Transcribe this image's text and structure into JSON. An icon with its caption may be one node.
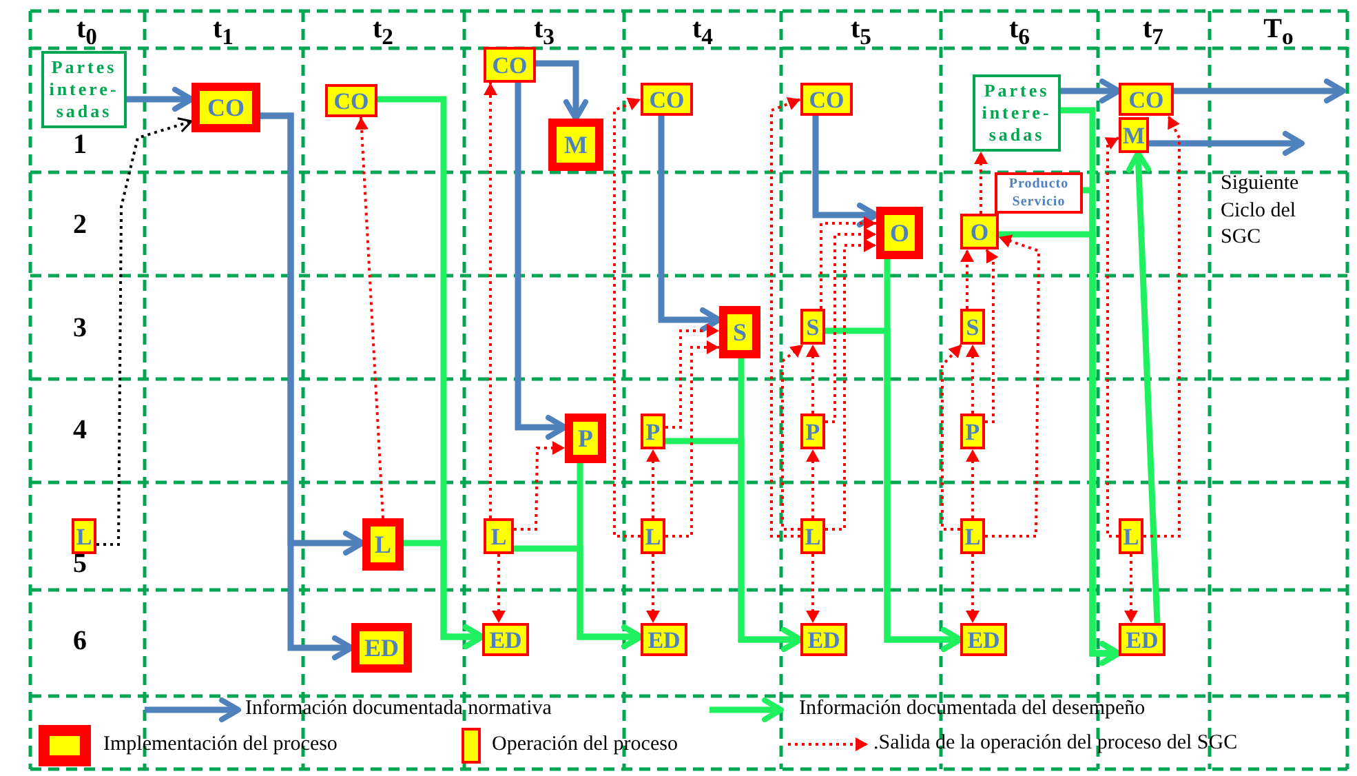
{
  "diagram": {
    "nodes": [
      {
        "text": [
          "Partes intere- sadas"
        ]
      },
      {
        "text": [
          "CO"
        ]
      },
      {
        "text": [
          "CO"
        ]
      },
      {
        "text": [
          "CO"
        ]
      },
      {
        "text": [
          "M"
        ]
      },
      {
        "text": [
          "CO"
        ]
      },
      {
        "text": [
          "CO"
        ]
      },
      {
        "text": [
          "Partes intere- sadas"
        ]
      },
      {
        "text": [
          "CO"
        ]
      },
      {
        "text": [
          "M"
        ]
      },
      {
        "text": [
          "Producto Servicio"
        ]
      },
      {
        "text": [
          "O"
        ]
      },
      {
        "text": [
          "O"
        ]
      },
      {
        "text": [
          "S"
        ]
      },
      {
        "text": [
          "S"
        ]
      },
      {
        "text": [
          "S"
        ]
      },
      {
        "text": [
          "P"
        ]
      },
      {
        "text": [
          "P"
        ]
      },
      {
        "text": [
          "P"
        ]
      },
      {
        "text": [
          "P"
        ]
      },
      {
        "text": [
          "L"
        ]
      },
      {
        "text": [
          "L"
        ]
      },
      {
        "text": [
          "L"
        ]
      },
      {
        "text": [
          "L"
        ]
      },
      {
        "text": [
          "L"
        ]
      },
      {
        "text": [
          "L"
        ]
      },
      {
        "text": [
          "L"
        ]
      },
      {
        "text": [
          "ED"
        ]
      },
      {
        "text": [
          "ED"
        ]
      },
      {
        "text": [
          "ED"
        ]
      },
      {
        "text": [
          "ED"
        ]
      },
      {
        "text": [
          "ED"
        ]
      },
      {
        "text": [
          "ED"
        ]
      }
    ],
    "edges": [
      {
        "from": 0,
        "to": 1,
        "arrow": "to",
        "style": "thick",
        "color": "#4f81bd"
      },
      {
        "from": 1,
        "to": 21,
        "arrow": "to",
        "style": "thick",
        "color": "#4f81bd"
      },
      {
        "from": 1,
        "to": 27,
        "arrow": "to",
        "style": "thick",
        "color": "#4f81bd"
      },
      {
        "from": 3,
        "to": 4,
        "arrow": "to",
        "style": "thick",
        "color": "#4f81bd"
      },
      {
        "from": 3,
        "to": 16,
        "arrow": "to",
        "style": "thick",
        "color": "#4f81bd"
      },
      {
        "from": 5,
        "to": 13,
        "arrow": "to",
        "style": "thick",
        "color": "#4f81bd"
      },
      {
        "from": 6,
        "to": 11,
        "arrow": "to",
        "style": "thick",
        "color": "#4f81bd"
      },
      {
        "from": 7,
        "to": 8,
        "arrow": "to",
        "style": "thick",
        "color": "#4f81bd"
      },
      {
        "from": 8,
        "to": null,
        "arrow": "to",
        "style": "thick",
        "color": "#4f81bd"
      },
      {
        "from": 9,
        "to": null,
        "arrow": "to",
        "style": "thick",
        "color": "#4f81bd"
      },
      {
        "from": 2,
        "to": 28,
        "arrow": "to",
        "style": "thick",
        "color": "#1ff05f"
      },
      {
        "from": 21,
        "to": 28,
        "arrow": "to",
        "style": "thick",
        "color": "#1ff05f"
      },
      {
        "from": 22,
        "to": 29,
        "arrow": "to",
        "style": "thick",
        "color": "#1ff05f"
      },
      {
        "from": 16,
        "to": 29,
        "arrow": "to",
        "style": "thick",
        "color": "#1ff05f"
      },
      {
        "from": 17,
        "to": 30,
        "arrow": "to",
        "style": "thick",
        "color": "#1ff05f"
      },
      {
        "from": 13,
        "to": 30,
        "arrow": "to",
        "style": "thick",
        "color": "#1ff05f"
      },
      {
        "from": 14,
        "to": 31,
        "arrow": "to",
        "style": "thick",
        "color": "#1ff05f"
      },
      {
        "from": 11,
        "to": 31,
        "arrow": "to",
        "style": "thick",
        "color": "#1ff05f"
      },
      {
        "from": 7,
        "to": 32,
        "arrow": "to",
        "style": "thick",
        "color": "#1ff05f"
      },
      {
        "from": 12,
        "to": 32,
        "arrow": "to",
        "style": "thick",
        "color": "#1ff05f"
      },
      {
        "from": 10,
        "to": 32,
        "arrow": "to",
        "style": "thick",
        "color": "#1ff05f"
      },
      {
        "from": 32,
        "to": 9,
        "arrow": "to",
        "style": "thick",
        "color": "#1ff05f"
      },
      {
        "from": 21,
        "to": 2,
        "arrow": "to",
        "style": "dashed"
      },
      {
        "from": 22,
        "to": 3,
        "arrow": "to",
        "style": "dashed"
      },
      {
        "from": 22,
        "to": 16,
        "arrow": "to",
        "style": "dashed"
      },
      {
        "from": 22,
        "to": 28,
        "arrow": "to",
        "style": "dashed"
      },
      {
        "from": 23,
        "to": 17,
        "arrow": "to",
        "style": "dashed"
      },
      {
        "from": 23,
        "to": 29,
        "arrow": "to",
        "style": "dashed"
      },
      {
        "from": 23,
        "to": 5,
        "arrow": "to",
        "style": "dashed"
      },
      {
        "from": 17,
        "to": 13,
        "arrow": "to",
        "style": "dashed"
      },
      {
        "from": 23,
        "to": 13,
        "arrow": "to",
        "style": "dashed"
      },
      {
        "from": 24,
        "to": 6,
        "arrow": "to",
        "style": "dashed"
      },
      {
        "from": 24,
        "to": 18,
        "arrow": "to",
        "style": "dashed"
      },
      {
        "from": 24,
        "to": 30,
        "arrow": "to",
        "style": "dashed"
      },
      {
        "from": 24,
        "to": 14,
        "arrow": "to",
        "style": "dashed"
      },
      {
        "from": 18,
        "to": 14,
        "arrow": "to",
        "style": "dashed"
      },
      {
        "from": 14,
        "to": 11,
        "arrow": "to",
        "style": "dashed"
      },
      {
        "from": 18,
        "to": 11,
        "arrow": "to",
        "style": "dashed"
      },
      {
        "from": 24,
        "to": 11,
        "arrow": "to",
        "style": "dashed"
      },
      {
        "from": 25,
        "to": 19,
        "arrow": "to",
        "style": "dashed"
      },
      {
        "from": 19,
        "to": 15,
        "arrow": "to",
        "style": "dashed"
      },
      {
        "from": 25,
        "to": 15,
        "arrow": "to",
        "style": "dashed"
      },
      {
        "from": 15,
        "to": 12,
        "arrow": "to",
        "style": "dashed"
      },
      {
        "from": 19,
        "to": 12,
        "arrow": "to",
        "style": "dashed"
      },
      {
        "from": 12,
        "to": 7,
        "arrow": "to",
        "style": "dashed"
      },
      {
        "from": 25,
        "to": 12,
        "arrow": "to",
        "style": "dashed"
      },
      {
        "from": 25,
        "to": 31,
        "arrow": "to",
        "style": "dashed"
      },
      {
        "from": 26,
        "to": 9,
        "arrow": "to",
        "style": "dashed"
      },
      {
        "from": 26,
        "to": 8,
        "arrow": "to",
        "style": "dashed"
      },
      {
        "from": 26,
        "to": 32,
        "arrow": "to",
        "style": "dashed"
      },
      {
        "from": 20,
        "to": 1,
        "arrow": "to",
        "style": "dashed",
        "color": "#000000"
      }
    ],
    "labels": [
      "t$_{0}$",
      "t$_{1}$",
      "t$_{2}$",
      "t$_{3}$",
      "t$_{4}$",
      "t$_{5}$",
      "t$_{6}$",
      "t$_{7}$",
      "T$_{o}$",
      "1",
      "2",
      "Siguiente Ciclo del SGC",
      "3",
      "4",
      "5",
      "6"
    ],
    "legend": [
      {
        "text": "Información documentada normativa"
      },
      {
        "text": "Información documentada del desempeño"
      },
      {
        "text": "Implementación del proceso"
      },
      {
        "text": "Operación del proceso"
      },
      {
        "text": ".Salida de la operación del proceso del SGC"
      }
    ]
  }
}
